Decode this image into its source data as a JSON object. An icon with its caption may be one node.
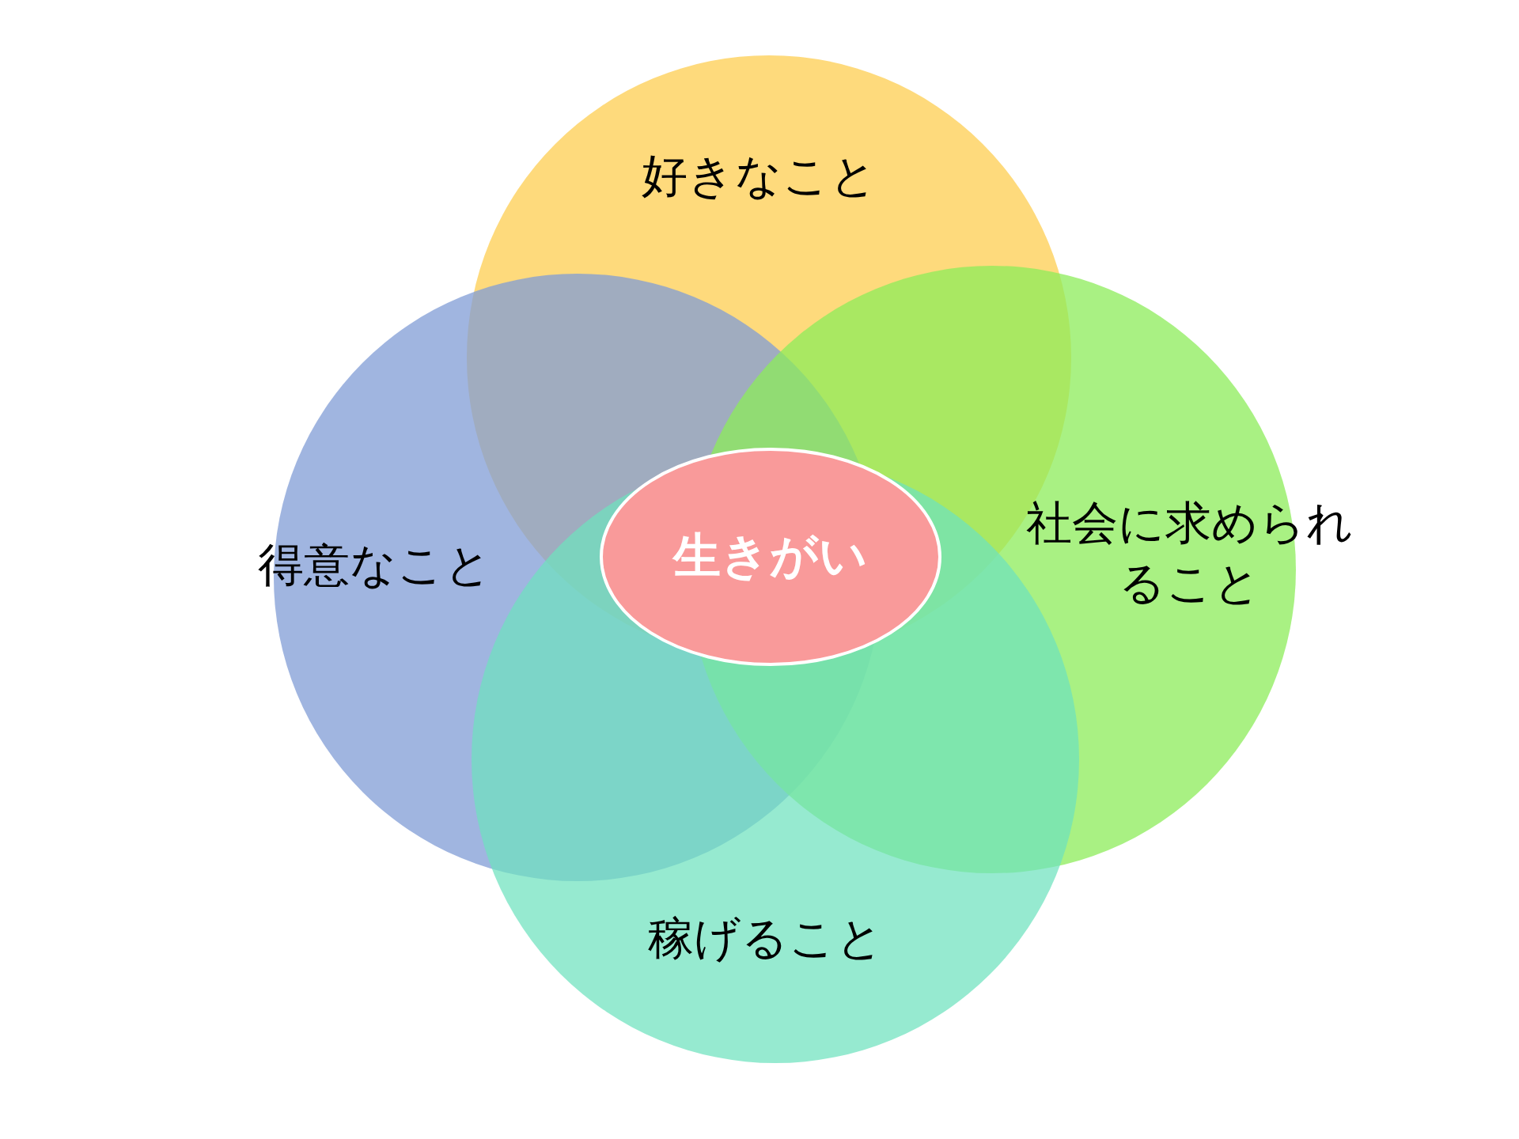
{
  "diagram": {
    "nodes": [
      {
        "text": [
          "好きなこと"
        ]
      },
      {
        "text": [
          "得意なこと"
        ]
      },
      {
        "text": [
          "社会に求められること"
        ]
      },
      {
        "text": [
          "稼げること"
        ]
      },
      {
        "text": [
          "生きがい"
        ]
      }
    ]
  }
}
